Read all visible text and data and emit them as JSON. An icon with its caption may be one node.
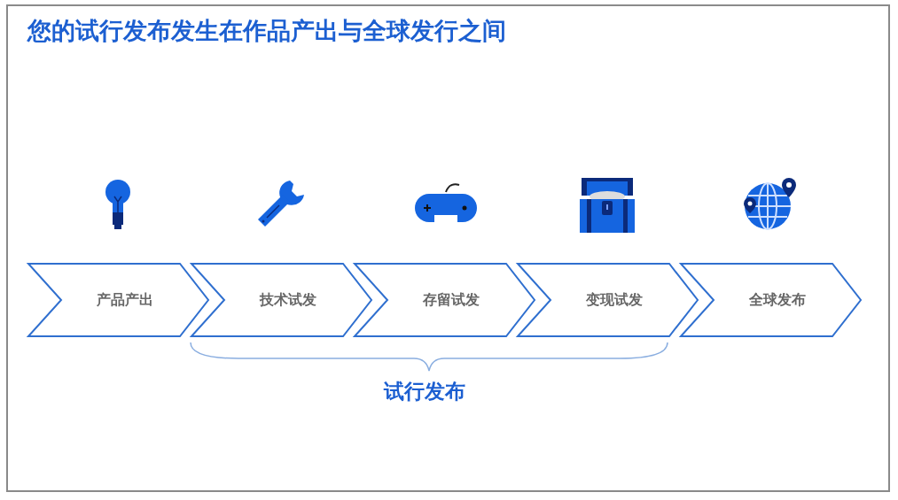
{
  "diagram": {
    "title": "您的试行发布发生在作品产出与全球发行之间",
    "nodes": [
      {
        "text": [
          "产品产出"
        ]
      },
      {
        "text": [
          "技术试发"
        ]
      },
      {
        "text": [
          "存留试发"
        ]
      },
      {
        "text": [
          "变现试发"
        ]
      },
      {
        "text": [
          "全球发布"
        ]
      }
    ],
    "labels": [
      "试行发布"
    ]
  }
}
